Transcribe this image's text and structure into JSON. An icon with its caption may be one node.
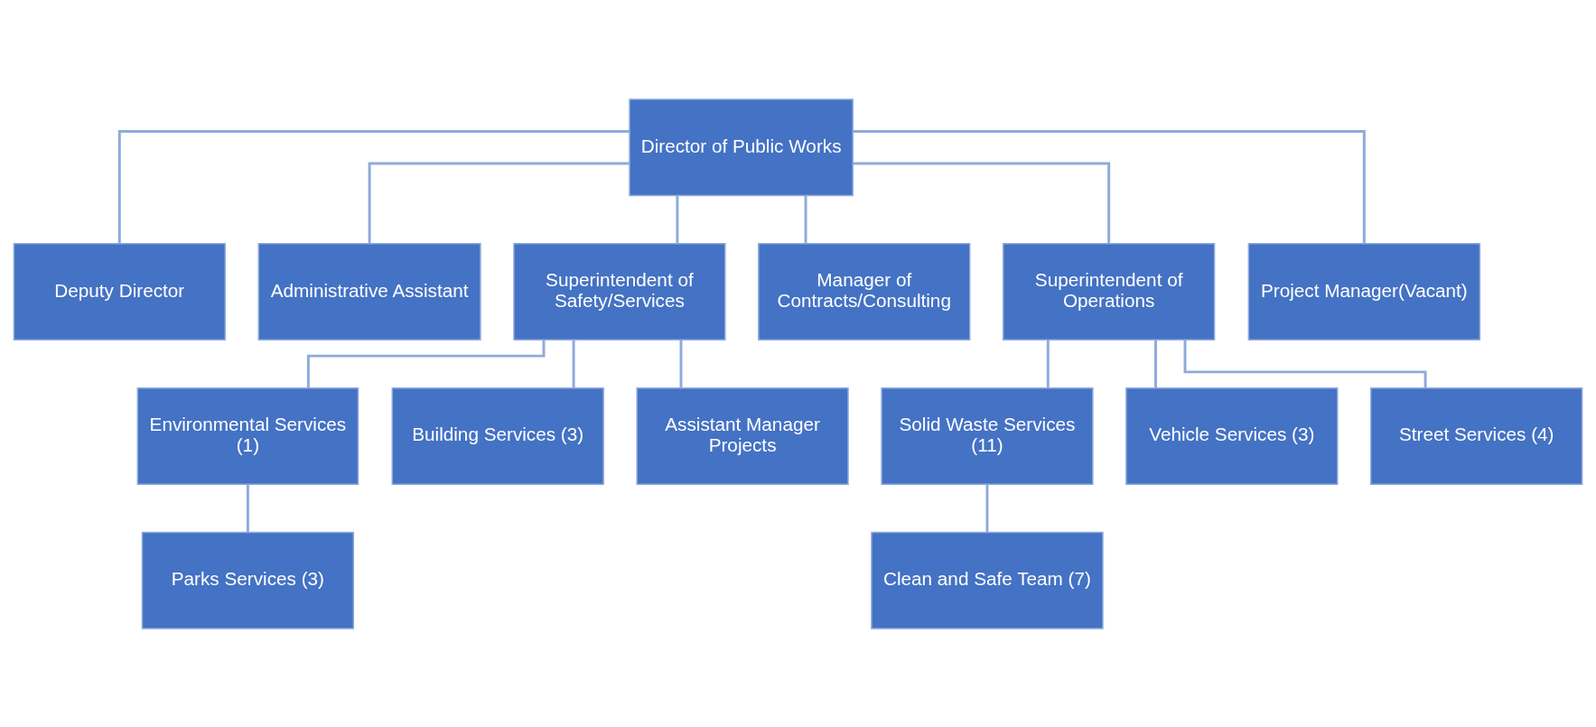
{
  "diagram": {
    "nodes": [
      {
        "text": [
          "Director of Public Works"
        ]
      },
      {
        "text": [
          "Deputy Director"
        ]
      },
      {
        "text": [
          "Administrative Assistant"
        ]
      },
      {
        "text": [
          "Superintendent of Safety/Services"
        ]
      },
      {
        "text": [
          "Manager of Contracts/Consulting"
        ]
      },
      {
        "text": [
          "Superintendent of Operations"
        ]
      },
      {
        "text": [
          "Project Manager(Vacant)"
        ]
      },
      {
        "text": [
          "Environmental Services (1)"
        ]
      },
      {
        "text": [
          "Building Services (3)"
        ]
      },
      {
        "text": [
          "Assistant Manager Projects"
        ]
      },
      {
        "text": [
          "Solid Waste Services (11)"
        ]
      },
      {
        "text": [
          "Vehicle Services (3)"
        ]
      },
      {
        "text": [
          "Street Services (4)"
        ]
      },
      {
        "text": [
          "Parks Services (3)"
        ]
      },
      {
        "text": [
          "Clean and Safe Team (7)"
        ]
      }
    ],
    "edges": [
      {
        "from": 0,
        "to": 1,
        "arrow": "none"
      },
      {
        "from": 0,
        "to": 2,
        "arrow": "none"
      },
      {
        "from": 0,
        "to": 3,
        "arrow": "none"
      },
      {
        "from": 0,
        "to": 4,
        "arrow": "none"
      },
      {
        "from": 0,
        "to": 5,
        "arrow": "none"
      },
      {
        "from": 0,
        "to": 6,
        "arrow": "none"
      },
      {
        "from": 3,
        "to": 7,
        "arrow": "none"
      },
      {
        "from": 3,
        "to": 8,
        "arrow": "none"
      },
      {
        "from": 3,
        "to": 9,
        "arrow": "none"
      },
      {
        "from": 5,
        "to": 10,
        "arrow": "none"
      },
      {
        "from": 5,
        "to": 11,
        "arrow": "none"
      },
      {
        "from": 5,
        "to": 12,
        "arrow": "none"
      },
      {
        "from": 7,
        "to": 13,
        "arrow": "none"
      },
      {
        "from": 10,
        "to": 14,
        "arrow": "none"
      }
    ]
  }
}
